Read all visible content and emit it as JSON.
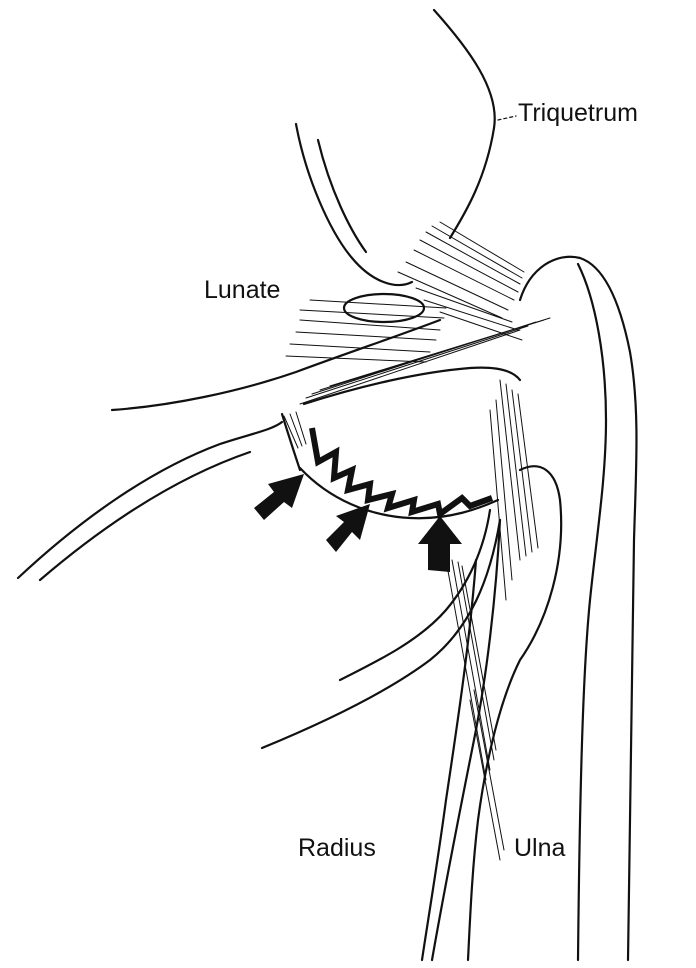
{
  "labels": {
    "triquetrum": "Triquetrum",
    "lunate": "Lunate",
    "radius": "Radius",
    "ulna": "Ulna"
  },
  "colors": {
    "ink": "#111111",
    "paper": "#ffffff"
  },
  "icons": {
    "tear_marker": "arrow-icon"
  }
}
